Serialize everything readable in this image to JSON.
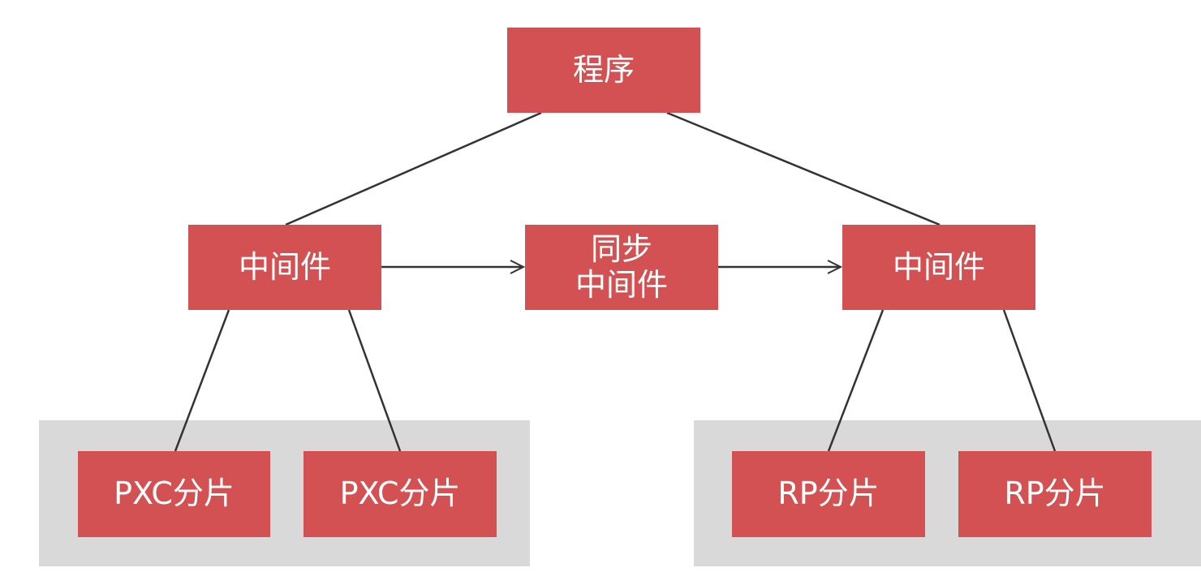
{
  "nodes": {
    "program": "程序",
    "middleware_left": "中间件",
    "sync_middleware": "同步\n中间件",
    "middleware_right": "中间件",
    "pxc_shard_1": "PXC分片",
    "pxc_shard_2": "PXC分片",
    "rp_shard_1": "RP分片",
    "rp_shard_2": "RP分片"
  },
  "colors": {
    "node_fill": "#d35152",
    "node_text": "#ffffff",
    "group_bg": "#d9d9d9",
    "connector": "#333333"
  }
}
